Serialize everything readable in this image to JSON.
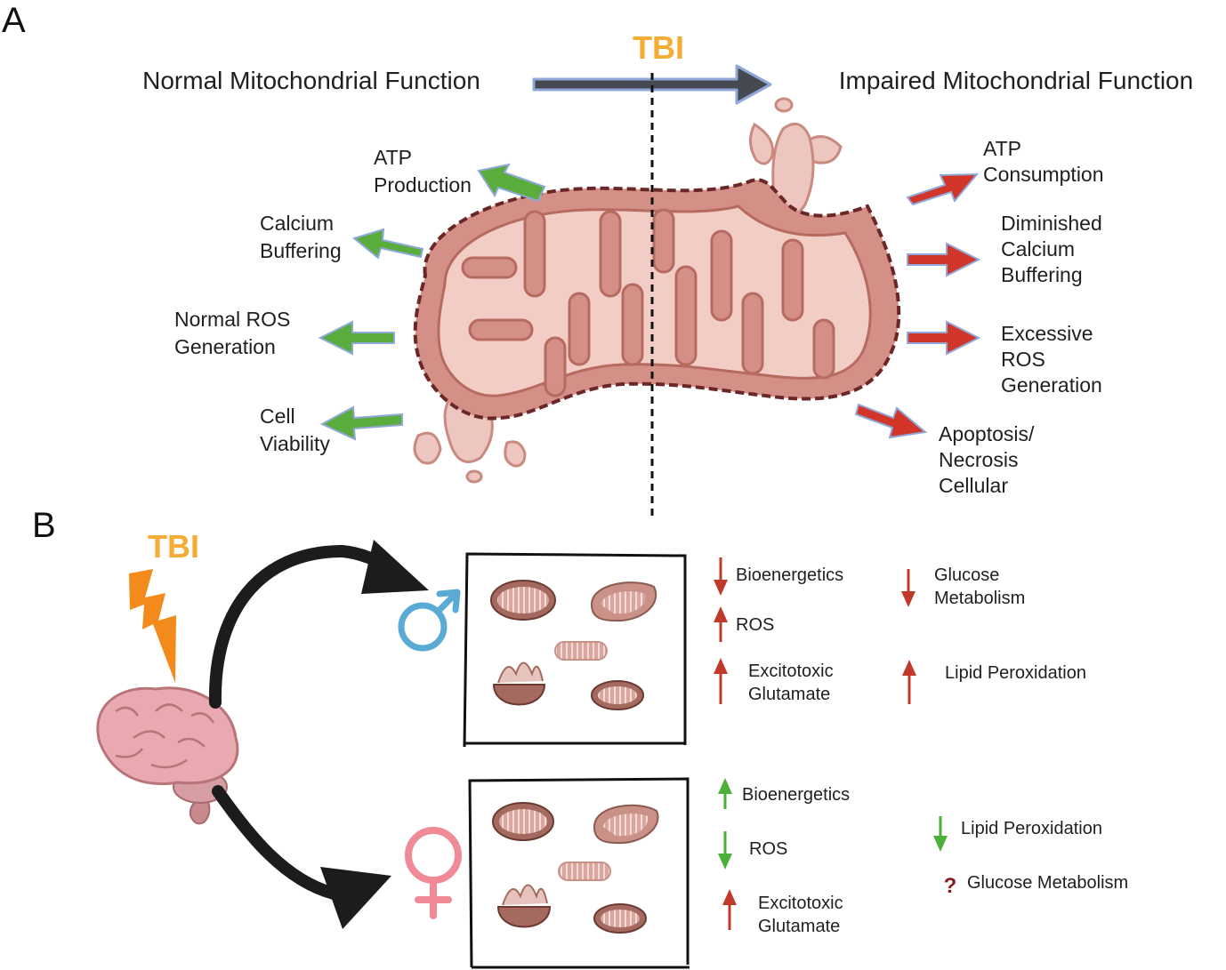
{
  "panel_a": {
    "letter": "A",
    "tbi_label": "TBI",
    "left_heading": "Normal Mitochondrial Function",
    "right_heading": "Impaired Mitochondrial Function",
    "normal_effects": [
      [
        "ATP",
        "Production"
      ],
      [
        "Calcium",
        "Buffering"
      ],
      [
        "Normal ROS",
        "Generation"
      ],
      [
        "Cell",
        "Viability"
      ]
    ],
    "impaired_effects": [
      [
        "ATP",
        "Consumption"
      ],
      [
        "Diminished",
        "Calcium",
        "Buffering"
      ],
      [
        "Excessive",
        "ROS",
        "Generation"
      ],
      [
        "Apoptosis/",
        "Necrosis",
        "Cellular"
      ]
    ],
    "colors": {
      "normal_arrow": "#5aad3c",
      "impaired_arrow": "#d2352a",
      "arrow_outline": "#8fa8d8",
      "tbi": "#f4ac34"
    }
  },
  "panel_b": {
    "letter": "B",
    "tbi_label": "TBI",
    "male_symbol": "♂",
    "female_symbol": "♀",
    "male_effects": [
      {
        "label": [
          "Bioenergetics"
        ],
        "direction": "down"
      },
      {
        "label": [
          "ROS"
        ],
        "direction": "up"
      },
      {
        "label": [
          "Excitotoxic",
          "Glutamate"
        ],
        "direction": "up"
      },
      {
        "label": [
          "Glucose",
          "Metabolism"
        ],
        "direction": "down"
      },
      {
        "label": [
          "Lipid Peroxidation"
        ],
        "direction": "up"
      }
    ],
    "female_effects": [
      {
        "label": [
          "Bioenergetics"
        ],
        "direction": "up"
      },
      {
        "label": [
          "ROS"
        ],
        "direction": "down"
      },
      {
        "label": [
          "Excitotoxic",
          "Glutamate"
        ],
        "direction": "up"
      },
      {
        "label": [
          "Lipid Peroxidation"
        ],
        "direction": "down"
      },
      {
        "label": [
          "Glucose Metabolism"
        ],
        "direction": "unknown"
      }
    ],
    "unknown_marker": "?",
    "colors": {
      "male": "#5aaad6",
      "female": "#ef8a96",
      "increase_male": "#c0392b",
      "increase_female": "#c0392b",
      "decrease_male": "#c0392b",
      "decrease_female": "#4caf3a",
      "lightning": "#f28a1c"
    }
  }
}
